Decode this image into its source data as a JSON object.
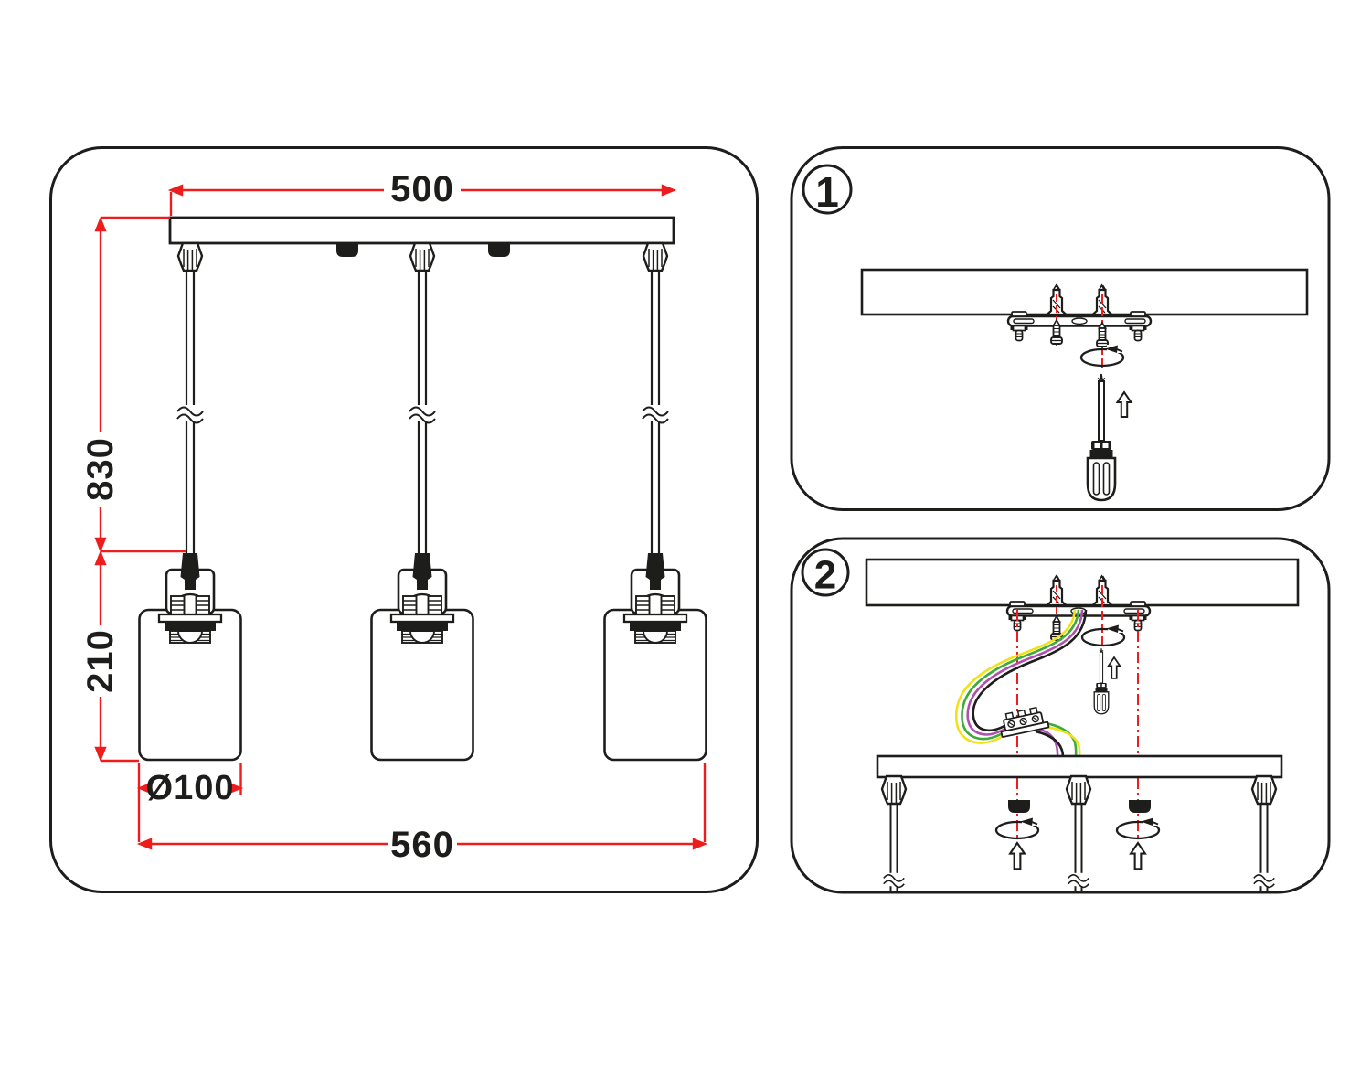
{
  "drawing_panel": {
    "dimensions": {
      "canopy_width_mm": "500",
      "suspension_length_mm": "830",
      "shade_height_mm": "210",
      "shade_diameter_mm": "Ø100",
      "fixture_width_mm": "560"
    },
    "pendant_count": 3
  },
  "steps": [
    {
      "badge": "1",
      "depicts": "fix mounting bracket to ceiling with anchors and screws using screwdriver"
    },
    {
      "badge": "2",
      "depicts": "connect wires to terminal block and fasten canopy with decorative nuts"
    }
  ],
  "colors": {
    "line_black": "#1d1d1b",
    "dimension_red": "#ee1c1c",
    "wire_yellow": "#f0e118",
    "wire_green": "#3faa3a",
    "wire_purple": "#b04fae",
    "wire_black": "#1d1d1b"
  },
  "icons": {
    "rotation_arrow": "counterclockwise-ellipse-arrow",
    "up_arrow": "hollow-up-arrow",
    "screwdriver": "phillips-screwdriver",
    "wall_anchor": "plastic-dowel",
    "screw": "slotted-screw",
    "terminal_block": "screw-terminal-strip",
    "cable_break": "double-tilde-break-mark"
  }
}
